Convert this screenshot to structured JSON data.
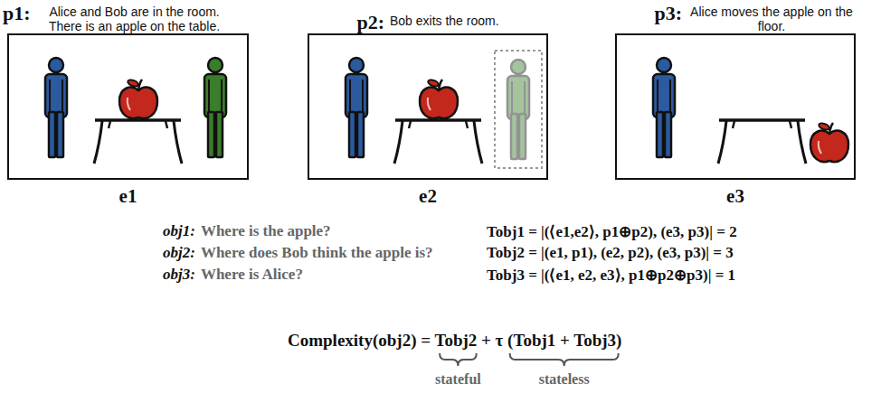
{
  "diagram": {
    "nodes": [
      {
        "text": [
          "p1:",
          "Alice and Bob are in the room. There is an apple on the table.",
          "e1"
        ]
      },
      {
        "text": [
          "p2:",
          "Bob exits the room.",
          "e2"
        ]
      },
      {
        "text": [
          "p3:",
          "Alice moves the apple on the floor.",
          "e3"
        ]
      }
    ],
    "labels": [
      "obj1:",
      "Where is the apple?",
      "obj2:",
      "Where does Bob think the apple is?",
      "obj3:",
      "Where is Alice?",
      "Tobj1 = |(⟨e1,e2⟩, p1⊕p2), (e3, p3)| = 2",
      "Tobj2 = |(e1, p1), (e2, p2), (e3, p3)| = 3",
      "Tobj3 = |(⟨e1, e2, e3⟩, p1⊕p2⊕p3)| = 1",
      "Complexity(obj2) = Tobj2 + τ (Tobj1 + Tobj3)",
      "stateful",
      "stateless"
    ]
  }
}
